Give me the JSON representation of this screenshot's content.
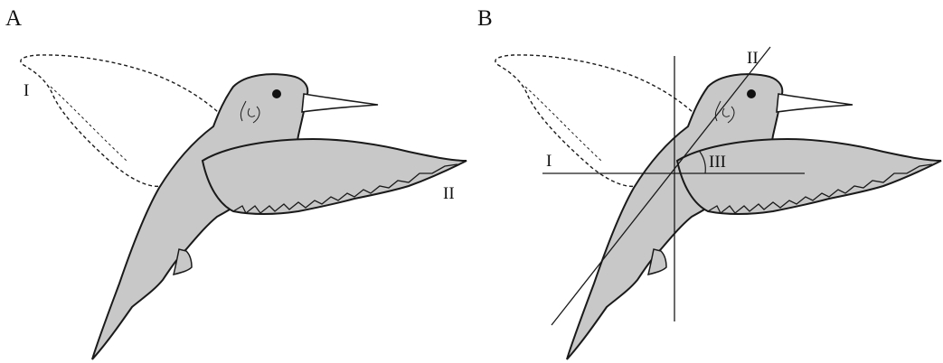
{
  "panels": [
    {
      "label": "A",
      "markers": [
        "I",
        "II"
      ]
    },
    {
      "label": "B",
      "markers": [
        "I",
        "II",
        "III"
      ]
    }
  ],
  "colors": {
    "body_fill": "#c8c8c8",
    "outline": "#1a1a1a",
    "background": "#ffffff"
  }
}
